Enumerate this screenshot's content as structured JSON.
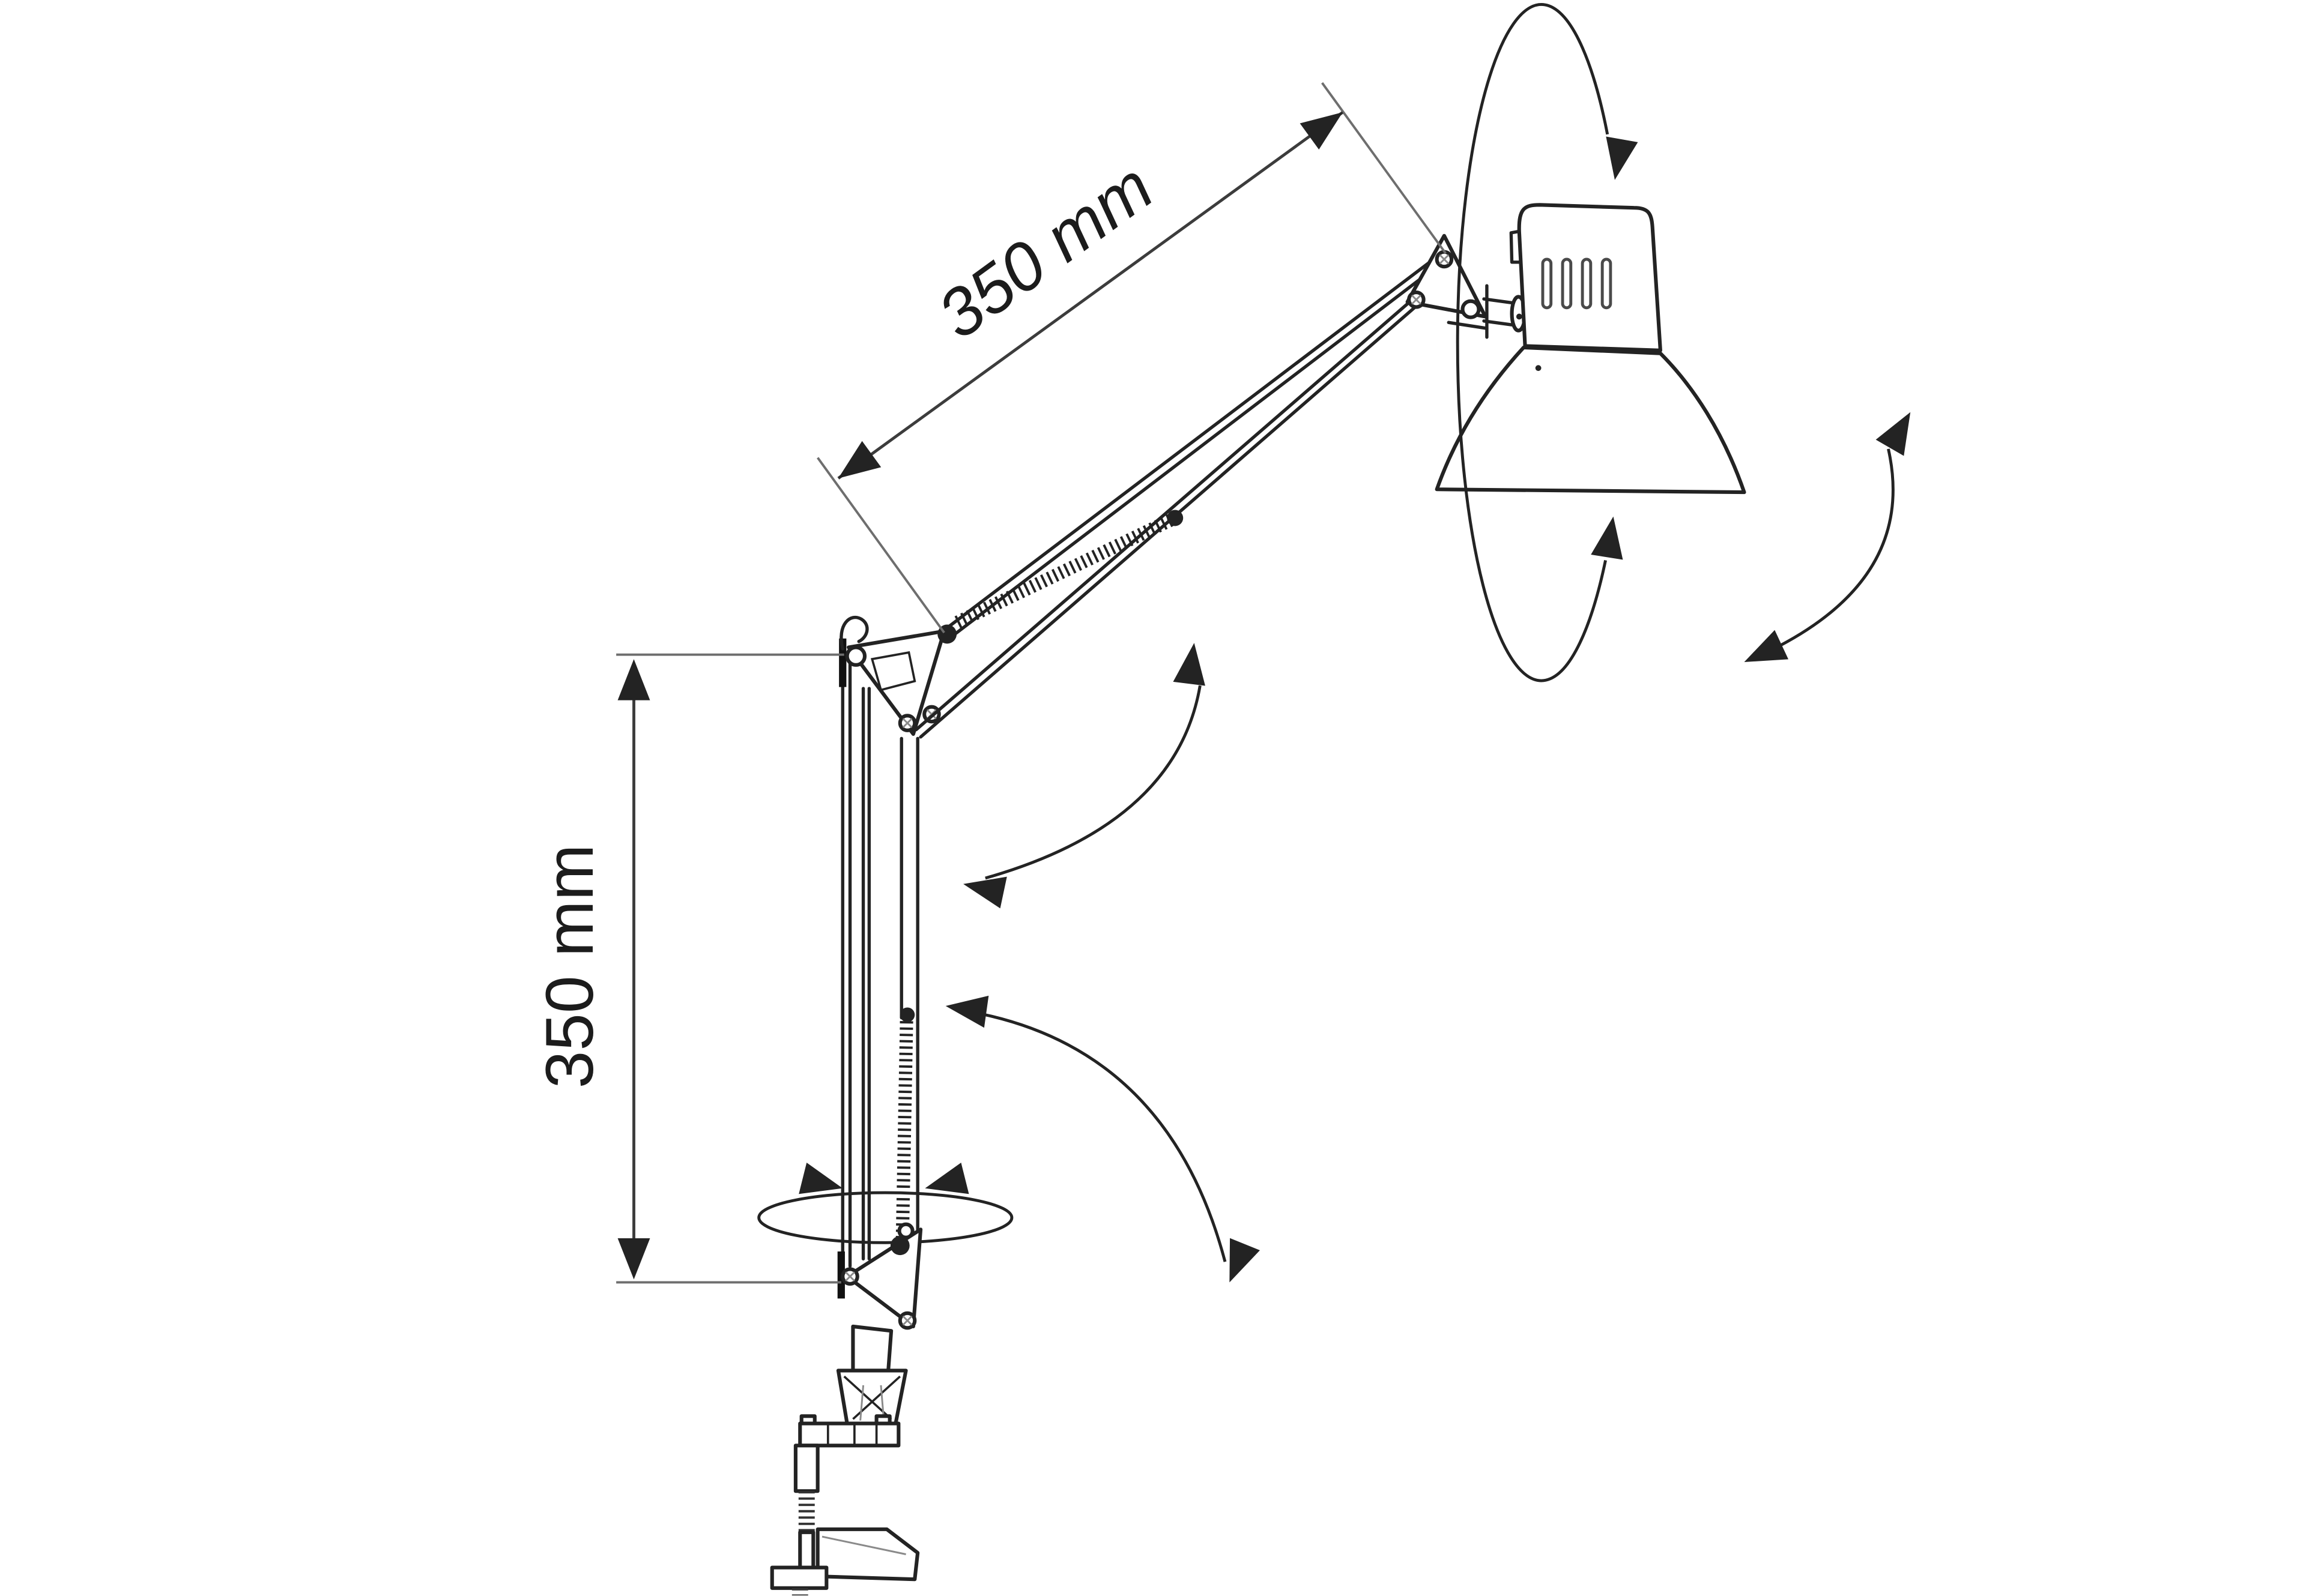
{
  "diagram": {
    "subject": "swing-arm-desk-lamp-technical-drawing",
    "upper_dimension_label": "350 mm",
    "lower_dimension_label": "350 mm"
  },
  "colors": {
    "background": "#ffffff",
    "outline": "#232323",
    "dimension_line": "#3c3c3c",
    "extension_line": "#6e6e6e",
    "label_text": "#1c1c1c"
  }
}
